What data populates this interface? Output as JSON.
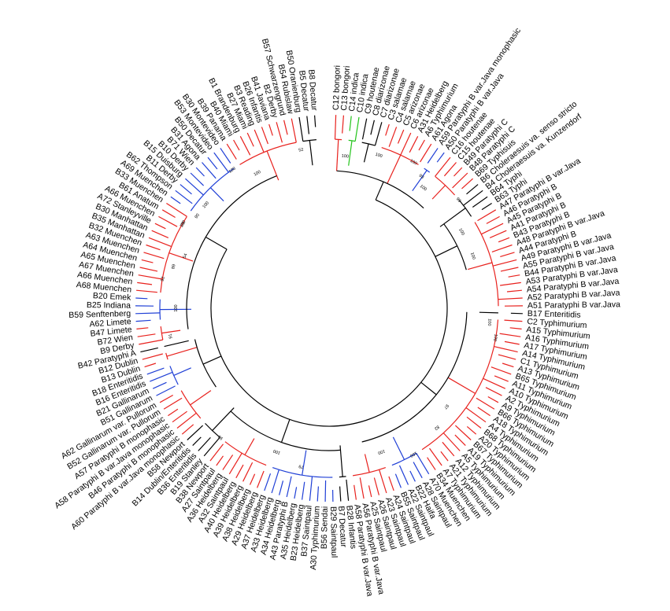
{
  "colors": {
    "red": "#e8211d",
    "blue": "#1f3fd6",
    "green": "#24c41c",
    "black": "#000000"
  },
  "clades": [
    {
      "color": "red",
      "leaves": [
        "C12 bongori",
        "C13 bongori"
      ]
    },
    {
      "color": "green",
      "leaves": [
        "C14 indica",
        "C10 indica"
      ]
    },
    {
      "color": "black",
      "leaves": [
        "C9 houtenae",
        "C8 diarizonae",
        "C7 diarizonae"
      ]
    },
    {
      "color": "red",
      "leaves": [
        "C3 salamae",
        "C4 salamae",
        "C5 arizonae",
        "C6 arizonae",
        "A31 Heidelberg",
        "A6 Typhimurium",
        "A61 Agona"
      ]
    },
    {
      "color": "blue",
      "leaves": [
        "A59 Paratyphi B var.Java monophasic",
        "A50 Paratyphi B var.Java"
      ]
    },
    {
      "color": "red",
      "leaves": [
        "C16 houtenae",
        "C15 houtenae",
        "B49 Paratyphi C",
        "B48 Paratyphi C",
        "B69 Typhisuis"
      ]
    },
    {
      "color": "black",
      "leaves": [
        "B6 Choleraesuis va. senso stricto",
        "B4 Choleraesuis va. Kunzendorf",
        "B64 Typhi",
        "B63 Typhi"
      ]
    },
    {
      "color": "red",
      "leaves": [
        "A47 Paratyphi B var.Java",
        "A46 Paratyphi B",
        "A45 Paratyphi B",
        "A41 Paratyphi B",
        "B43 Paratyphi B",
        "A48 Paratyphi B var.Java",
        "A44 Paratyphi B",
        "A49 Paratyphi B var.Java",
        "A55 Paratyphi B var.Java",
        "B44 Paratyphi B var.Java",
        "A53 Paratyphi B var.Java",
        "A54 Paratyphi B var.Java",
        "A52 Paratyphi B var.Java",
        "A51 Paratyphi B var.Java"
      ]
    },
    {
      "color": "black",
      "leaves": [
        "B17 Enteritidis"
      ]
    },
    {
      "color": "red",
      "leaves": [
        "C2 Typhimurium",
        "A15 Typhimurium",
        "A16 Typhimurium",
        "A17 Typhimurium",
        "A14 Typhimurium",
        "C1 Typhimurium",
        "A13 Typhimurium",
        "B65 Typhimurium",
        "A11 Typhimurium",
        "A10 Typhimurium",
        "A2 Typhimurium",
        "A9 Typhimurium",
        "B66 Typhimurium",
        "A18 Typhimurium",
        "A4 Typhimurium",
        "B68 Typhimurium",
        "A20 Typhimurium",
        "B67 Typhimurium",
        "A19 Typhimurium",
        "A5 Typhimurium",
        "A12 Typhimurium",
        "A21 Typhimurium",
        "A7 Typhimurium",
        "B34 Muenchen"
      ]
    },
    {
      "color": "blue",
      "leaves": [
        "A70 Muenchen",
        "A28 Saintpaul",
        "B22 Haifa",
        "A22 Saintpaul",
        "B55 Saintpaul"
      ]
    },
    {
      "color": "red",
      "leaves": [
        "A24 Saintpaul",
        "A23 Saintpaul",
        "A26 Saintpaul",
        "A25 Saintpaul",
        "A56 Paratyphi B var.Java",
        "A58 Paratyphi B var.Java"
      ]
    },
    {
      "color": "black",
      "leaves": [
        "B28 Infantis",
        "B7 Decatur"
      ]
    },
    {
      "color": "blue",
      "leaves": [
        "B29 Saintpaul",
        "B56 Sendai",
        "A30 Typhimurium",
        "B37 Saintpaul",
        "B23 Heidelberg",
        "A35 Heidelberg",
        "A43 Paratyphi B",
        "A34 Heidelberg",
        "A33 Heidelberg",
        "A37 Heidelberg"
      ]
    },
    {
      "color": "red",
      "leaves": [
        "A29 Heidelberg",
        "A38 Heidelberg",
        "A39 Heidelberg",
        "A40 Heidelberg",
        "A32 Saintpaul",
        "A36 Heidelberg",
        "A27 Saintpaul",
        "B38 Newport"
      ]
    },
    {
      "color": "black",
      "leaves": [
        "B19 Stanley",
        "B36 Enteritidis",
        "B14 Dublin/Enteritidis",
        "B58 Newport"
      ]
    },
    {
      "color": "red",
      "leaves": [
        "A60 Paratyphi B var.Java monophasic",
        "B46 Paratyphi B monophasic",
        "A58 Paratyphi B var.Java monophasic",
        "A57 Paratyphi B monophasic",
        "B52 Gallinarum var. Pullorum",
        "A62 Gallinarum var. Pullorum"
      ]
    },
    {
      "color": "blue",
      "leaves": [
        "B51 Gallinarum",
        "B21 Gallinarum",
        "B16 Enteritidis",
        "B18 Enteritidis"
      ]
    },
    {
      "color": "red",
      "leaves": [
        "B13 Dublin",
        "B12 Dublin"
      ]
    },
    {
      "color": "black",
      "leaves": [
        "B42 Paratyphi A"
      ]
    },
    {
      "color": "red",
      "leaves": [
        "B9 Derby",
        "B72 Wien",
        "B47 Limete"
      ]
    },
    {
      "color": "blue",
      "leaves": [
        "A62 Limete",
        "B59 Senftenberg",
        "B25 Indiana",
        "B20 Emek"
      ]
    },
    {
      "color": "red",
      "leaves": [
        "A68 Muenchen",
        "A66 Muenchen",
        "A67 Muenchen",
        "A65 Muenchen",
        "A64 Muenchen",
        "A63 Muenchen",
        "B32 Muenchen",
        "B35 Manhattan",
        "B30 Manhattan",
        "A72 Stanleyville",
        "A66 Muenchen",
        "B61 Anatum",
        "B33 Muenchen"
      ]
    },
    {
      "color": "blue",
      "leaves": [
        "A69 Muenchen",
        "B62 Thompson",
        "B11 Derby",
        "B15 Duisburg",
        "B10 Derby",
        "B71 Wien",
        "B31 Agona",
        "B50 Decatur",
        "B53 Montevideo",
        "B30 Montevideo"
      ]
    },
    {
      "color": "red",
      "leaves": [
        "B39 Panama",
        "B40 Miami",
        "B1 Brandenburg",
        "B27 Miami",
        "B3 Reading",
        "B26 Infantis",
        "B41 Javiana",
        "B2 Derby",
        "B57 Schwarzengrund",
        "B54 Rubislaw"
      ]
    },
    {
      "color": "black",
      "leaves": [
        "B50 Oranienburg",
        "B5 Decatur",
        "B8 Decatur"
      ]
    }
  ],
  "bootstrap": [
    {
      "value": "100",
      "angle": -84
    },
    {
      "value": "100",
      "angle": -72
    },
    {
      "value": "100",
      "angle": -60
    },
    {
      "value": "100",
      "angle": -52
    },
    {
      "value": "52",
      "angle": -100
    },
    {
      "value": "100",
      "angle": -125
    },
    {
      "value": "100",
      "angle": -118
    },
    {
      "value": "100",
      "angle": -140
    },
    {
      "value": "100",
      "angle": -150
    },
    {
      "value": "54",
      "angle": -160
    },
    {
      "value": "89",
      "angle": -165
    },
    {
      "value": "92",
      "angle": -170
    },
    {
      "value": "100",
      "angle": -180
    },
    {
      "value": "90",
      "angle": -145
    },
    {
      "value": "76",
      "angle": -150
    },
    {
      "value": "100",
      "angle": -30
    },
    {
      "value": "93",
      "angle": -55
    },
    {
      "value": "98",
      "angle": -40
    },
    {
      "value": "100",
      "angle": -20
    },
    {
      "value": "100",
      "angle": 5
    },
    {
      "value": "100",
      "angle": 10
    },
    {
      "value": "97",
      "angle": 40
    },
    {
      "value": "82",
      "angle": 48
    },
    {
      "value": "100",
      "angle": 60
    },
    {
      "value": "100",
      "angle": 70
    },
    {
      "value": "91",
      "angle": 170
    },
    {
      "value": "96",
      "angle": 130
    },
    {
      "value": "100",
      "angle": 110
    },
    {
      "value": "79",
      "angle": 100
    }
  ]
}
